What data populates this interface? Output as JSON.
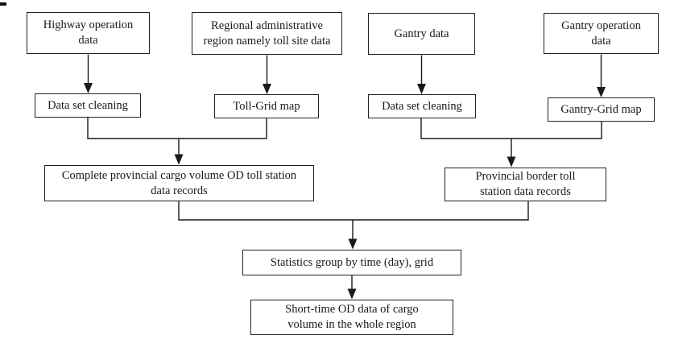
{
  "colors": {
    "background": "#ffffff",
    "line": "#1a1a1a",
    "box_border": "#222222",
    "box_fill": "#ffffff",
    "text": "#1a1a1a"
  },
  "nodes": {
    "highway": {
      "label": "Highway operation data"
    },
    "regional": {
      "label": "Regional administrative region namely toll site data"
    },
    "gantry_data": {
      "label": "Gantry data"
    },
    "gantry_operation": {
      "label": "Gantry operation data"
    },
    "cleaning_left": {
      "label": "Data set cleaning"
    },
    "toll_grid": {
      "label": "Toll-Grid map"
    },
    "cleaning_right": {
      "label": "Data set cleaning"
    },
    "gantry_grid": {
      "label": "Gantry-Grid map"
    },
    "complete_od": {
      "label": "Complete provincial cargo volume OD toll station data records"
    },
    "border_records": {
      "label": "Provincial border toll station data records"
    },
    "statistics": {
      "label": "Statistics group by  time (day), grid"
    },
    "short_time": {
      "label": "Short-time OD data of cargo volume in the whole region"
    }
  },
  "edges": [
    {
      "from": "highway",
      "to": "cleaning_left"
    },
    {
      "from": "regional",
      "to": "toll_grid"
    },
    {
      "from": "gantry_data",
      "to": "cleaning_right"
    },
    {
      "from": "gantry_operation",
      "to": "gantry_grid"
    },
    {
      "from": "cleaning_left + toll_grid",
      "to": "complete_od"
    },
    {
      "from": "cleaning_right + gantry_grid",
      "to": "border_records"
    },
    {
      "from": "complete_od + border_records",
      "to": "statistics"
    },
    {
      "from": "statistics",
      "to": "short_time"
    }
  ]
}
